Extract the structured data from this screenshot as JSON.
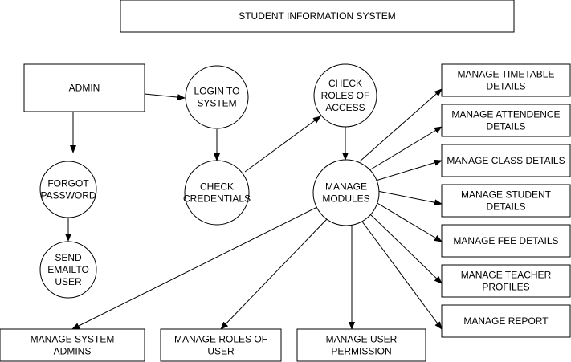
{
  "title": "STUDENT INFORMATION SYSTEM",
  "nodes": {
    "admin": [
      "ADMIN"
    ],
    "login": [
      "LOGIN TO",
      "SYSTEM"
    ],
    "check_roles": [
      "CHECK",
      "ROLES OF",
      "ACCESS"
    ],
    "forgot_password": [
      "FORGOT",
      "PASSWORD"
    ],
    "check_credentials": [
      "CHECK",
      "CREDENTIALS"
    ],
    "manage_modules": [
      "MANAGE",
      "MODULES"
    ],
    "send_email": [
      "SEND",
      "EMAILTO",
      "USER"
    ],
    "timetable": [
      "MANAGE TIMETABLE",
      "DETAILS"
    ],
    "attendance": [
      "MANAGE ATTENDENCE",
      "DETAILS"
    ],
    "class_details": [
      "MANAGE CLASS DETAILS"
    ],
    "student_details": [
      "MANAGE STUDENT",
      "DETAILS"
    ],
    "fee_details": [
      "MANAGE FEE DETAILS"
    ],
    "teacher_profiles": [
      "MANAGE TEACHER",
      "PROFILES"
    ],
    "report": [
      "MANAGE REPORT"
    ],
    "system_admins": [
      "MANAGE SYSTEM",
      "ADMINS"
    ],
    "roles_of_user": [
      "MANAGE ROLES OF",
      "USER"
    ],
    "user_permission": [
      "MANAGE USER",
      "PERMISSION"
    ]
  },
  "edges": [
    [
      "admin",
      "login"
    ],
    [
      "admin",
      "forgot_password"
    ],
    [
      "forgot_password",
      "send_email"
    ],
    [
      "login",
      "check_credentials"
    ],
    [
      "check_credentials",
      "check_roles"
    ],
    [
      "check_roles",
      "manage_modules"
    ],
    [
      "manage_modules",
      "timetable"
    ],
    [
      "manage_modules",
      "attendance"
    ],
    [
      "manage_modules",
      "class_details"
    ],
    [
      "manage_modules",
      "student_details"
    ],
    [
      "manage_modules",
      "fee_details"
    ],
    [
      "manage_modules",
      "teacher_profiles"
    ],
    [
      "manage_modules",
      "report"
    ],
    [
      "manage_modules",
      "system_admins"
    ],
    [
      "manage_modules",
      "roles_of_user"
    ],
    [
      "manage_modules",
      "user_permission"
    ]
  ]
}
